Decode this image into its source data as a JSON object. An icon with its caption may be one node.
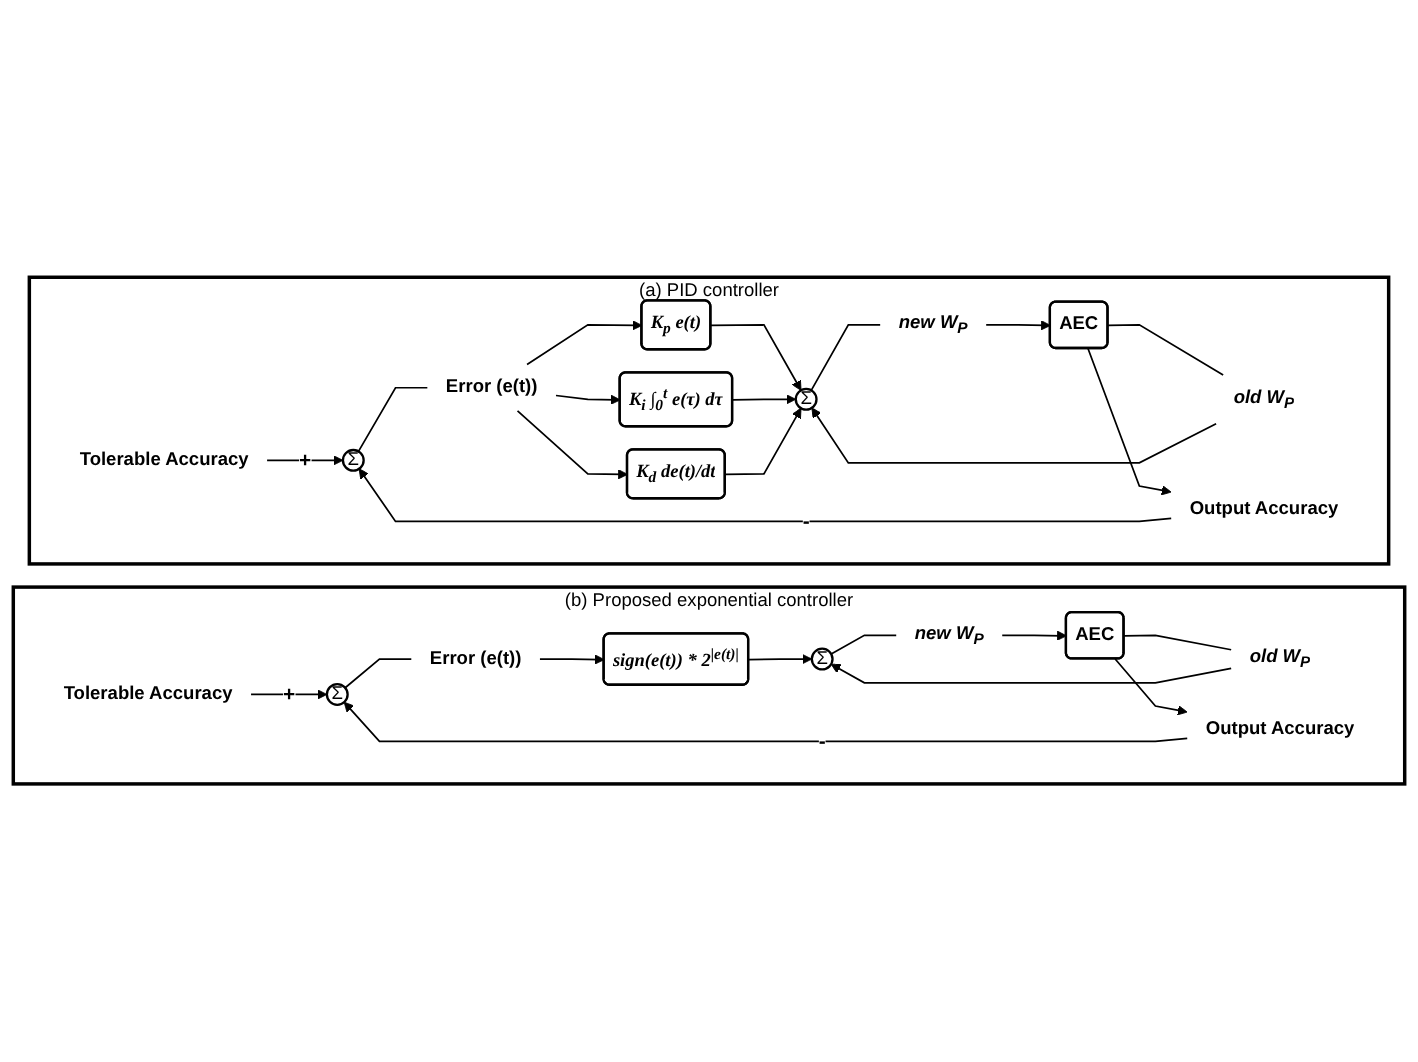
{
  "diagram": {
    "nodes": [
      {
        "text": [
          "(a) PID controller"
        ]
      },
      {
        "text": [
          "Tolerable Accuracy"
        ],
        "in": 0
      },
      {
        "text": [
          "Σ"
        ],
        "in": 0
      },
      {
        "text": [
          "Error (e(t))"
        ],
        "in": 0
      },
      {
        "text": [
          "K$_{p}$ e(t)"
        ],
        "in": 0
      },
      {
        "text": [
          "K$_{i}$ ∫$_{0}$$^{t}$ e(τ) dτ"
        ],
        "in": 0
      },
      {
        "text": [
          "K$_{d}$ de(t)/dt"
        ],
        "in": 0
      },
      {
        "text": [
          "Σ"
        ],
        "in": 0
      },
      {
        "text": [
          "new W$_{P}$"
        ],
        "in": 0
      },
      {
        "text": [
          "AEC"
        ],
        "in": 0
      },
      {
        "text": [
          "old W$_{P}$"
        ],
        "in": 0
      },
      {
        "text": [
          "Output Accuracy"
        ],
        "in": 0
      },
      {
        "text": [
          "(b) Proposed exponential controller"
        ]
      },
      {
        "text": [
          "Tolerable Accuracy"
        ],
        "in": 12
      },
      {
        "text": [
          "Σ"
        ],
        "in": 12
      },
      {
        "text": [
          "Error (e(t))"
        ],
        "in": 12
      },
      {
        "text": [
          "sign(e(t)) * 2$^{|e(t)|}$"
        ],
        "in": 12
      },
      {
        "text": [
          "Σ"
        ],
        "in": 12
      },
      {
        "text": [
          "new W$_{P}$"
        ],
        "in": 12
      },
      {
        "text": [
          "AEC"
        ],
        "in": 12
      },
      {
        "text": [
          "old W$_{P}$"
        ],
        "in": 12
      },
      {
        "text": [
          "Output Accuracy"
        ],
        "in": 12
      }
    ],
    "edges": [
      {
        "from": 1,
        "to": 2,
        "arrow": "to",
        "label": "+"
      },
      {
        "from": 2,
        "to": 3,
        "arrow": "none"
      },
      {
        "from": 3,
        "to": 4,
        "arrow": "to"
      },
      {
        "from": 3,
        "to": 5,
        "arrow": "to"
      },
      {
        "from": 3,
        "to": 6,
        "arrow": "to"
      },
      {
        "from": 4,
        "to": 7,
        "arrow": "to"
      },
      {
        "from": 5,
        "to": 7,
        "arrow": "to"
      },
      {
        "from": 6,
        "to": 7,
        "arrow": "to"
      },
      {
        "from": 7,
        "to": 8,
        "arrow": "none"
      },
      {
        "from": 8,
        "to": 9,
        "arrow": "to"
      },
      {
        "from": 9,
        "to": 10,
        "arrow": "none"
      },
      {
        "from": 10,
        "to": 7,
        "arrow": "to"
      },
      {
        "from": 9,
        "to": 11,
        "arrow": "to"
      },
      {
        "from": 11,
        "to": 2,
        "arrow": "to",
        "label": "-"
      },
      {
        "from": 13,
        "to": 14,
        "arrow": "to",
        "label": "+"
      },
      {
        "from": 14,
        "to": 15,
        "arrow": "none"
      },
      {
        "from": 15,
        "to": 16,
        "arrow": "to"
      },
      {
        "from": 16,
        "to": 17,
        "arrow": "to"
      },
      {
        "from": 17,
        "to": 18,
        "arrow": "none"
      },
      {
        "from": 18,
        "to": 19,
        "arrow": "to"
      },
      {
        "from": 19,
        "to": 20,
        "arrow": "none"
      },
      {
        "from": 20,
        "to": 17,
        "arrow": "to"
      },
      {
        "from": 19,
        "to": 21,
        "arrow": "to"
      },
      {
        "from": 21,
        "to": 14,
        "arrow": "to",
        "label": "-"
      }
    ]
  }
}
